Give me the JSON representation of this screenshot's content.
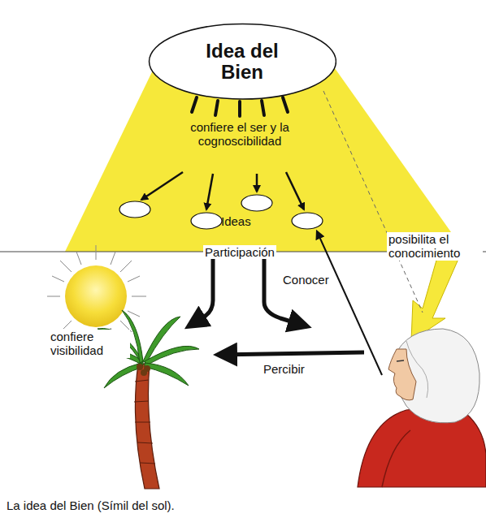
{
  "diagram": {
    "caption": "La idea del Bien (Símil del sol).",
    "nodes": [
      {
        "text": [
          "Idea del Bien"
        ]
      }
    ],
    "labels": [
      "confiere el ser y la cognoscibilidad",
      "Ideas",
      "Participación",
      "posibilita el conocimiento",
      "Conocer",
      "confiere visibilidad",
      "Percibir"
    ]
  }
}
